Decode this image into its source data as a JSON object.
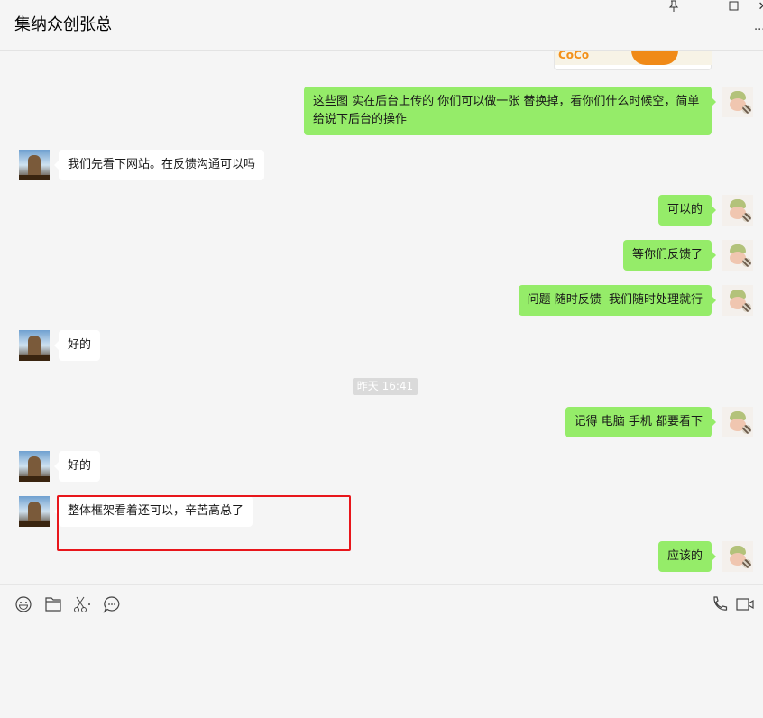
{
  "header": {
    "title": "集纳众创张总",
    "more": "..."
  },
  "window": {
    "pin": "pin-icon",
    "minimize": "minimize-icon",
    "maximize": "maximize-icon",
    "close": "close-icon"
  },
  "image_message": {
    "brand_text": "CoCo"
  },
  "messages": [
    {
      "side": "me",
      "text": "这些图 实在后台上传的 你们可以做一张 替换掉，看你们什么时候空，简单给说下后台的操作"
    },
    {
      "side": "other",
      "text": "我们先看下网站。在反馈沟通可以吗"
    },
    {
      "side": "me",
      "text": "可以的"
    },
    {
      "side": "me",
      "text": "等你们反馈了"
    },
    {
      "side": "me",
      "text": "问题 随时反馈  我们随时处理就行"
    },
    {
      "side": "other",
      "text": "好的"
    },
    {
      "side": "me",
      "text": "记得 电脑 手机 都要看下"
    },
    {
      "side": "other",
      "text": "好的"
    },
    {
      "side": "other",
      "text": "整体框架看着还可以，辛苦高总了"
    },
    {
      "side": "me",
      "text": "应该的"
    }
  ],
  "timestamp": "昨天 16:41",
  "colors": {
    "my_bubble": "#95ec69",
    "other_bubble": "#ffffff",
    "highlight_box": "#e8161b",
    "background": "#f5f5f5"
  },
  "toolbar": {
    "left": [
      "emoji-icon",
      "folder-icon",
      "scissors-icon",
      "chat-history-icon"
    ],
    "right": [
      "phone-icon",
      "video-icon"
    ]
  }
}
